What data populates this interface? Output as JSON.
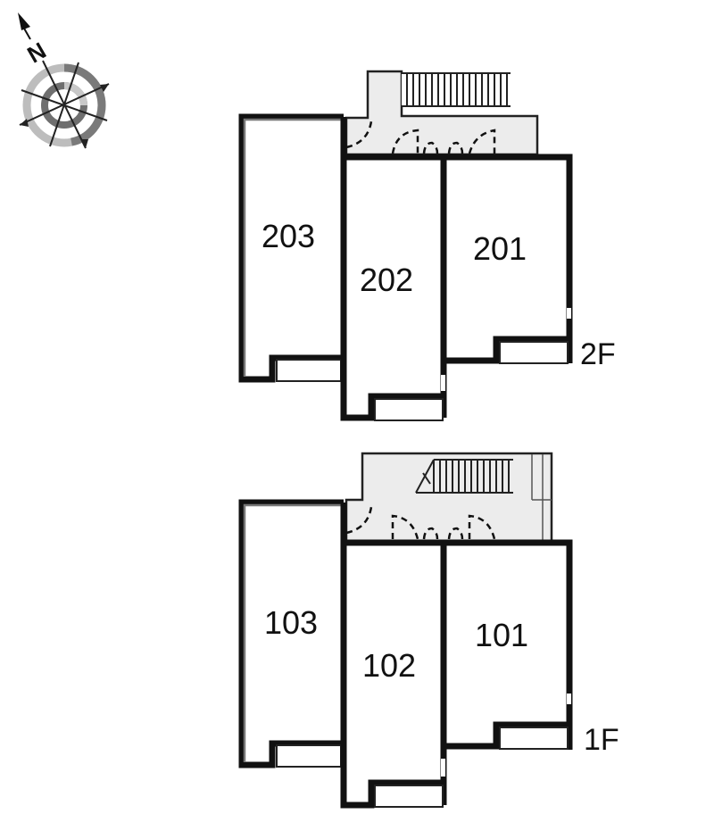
{
  "compass": {
    "label": "N",
    "icon": "compass-rose-icon"
  },
  "floors": [
    {
      "label": "2F",
      "units": [
        {
          "id": "203",
          "label": "203"
        },
        {
          "id": "202",
          "label": "202"
        },
        {
          "id": "201",
          "label": "201"
        }
      ]
    },
    {
      "label": "1F",
      "units": [
        {
          "id": "103",
          "label": "103"
        },
        {
          "id": "102",
          "label": "102"
        },
        {
          "id": "101",
          "label": "101"
        }
      ]
    }
  ],
  "colors": {
    "wall": "#111111",
    "common_area": "#ececec",
    "background": "#ffffff"
  }
}
